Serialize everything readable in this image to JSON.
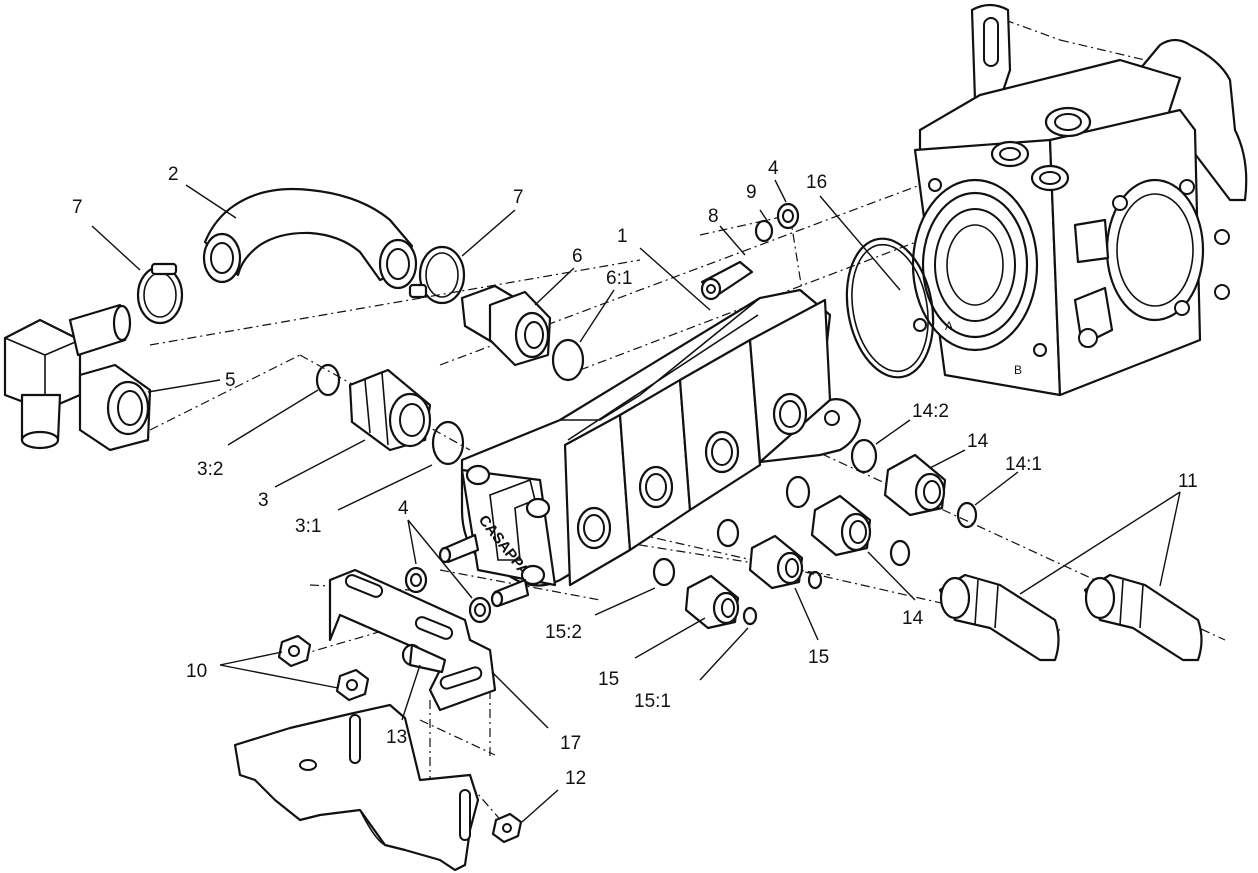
{
  "diagram": {
    "brand_text": "CASAPPA",
    "cast_marks": [
      "A",
      "B"
    ],
    "callouts": [
      {
        "id": "c-2",
        "text": "2"
      },
      {
        "id": "c-7a",
        "text": "7"
      },
      {
        "id": "c-7b",
        "text": "7"
      },
      {
        "id": "c-6",
        "text": "6"
      },
      {
        "id": "c-6-1",
        "text": "6:1"
      },
      {
        "id": "c-1",
        "text": "1"
      },
      {
        "id": "c-8",
        "text": "8"
      },
      {
        "id": "c-9",
        "text": "9"
      },
      {
        "id": "c-4a",
        "text": "4"
      },
      {
        "id": "c-16",
        "text": "16"
      },
      {
        "id": "c-5",
        "text": "5"
      },
      {
        "id": "c-3-2",
        "text": "3:2"
      },
      {
        "id": "c-3",
        "text": "3"
      },
      {
        "id": "c-3-1",
        "text": "3:1"
      },
      {
        "id": "c-4b",
        "text": "4"
      },
      {
        "id": "c-14-2",
        "text": "14:2"
      },
      {
        "id": "c-14a",
        "text": "14"
      },
      {
        "id": "c-14-1",
        "text": "14:1"
      },
      {
        "id": "c-11",
        "text": "11"
      },
      {
        "id": "c-14b",
        "text": "14"
      },
      {
        "id": "c-15-2",
        "text": "15:2"
      },
      {
        "id": "c-15a",
        "text": "15"
      },
      {
        "id": "c-15b",
        "text": "15"
      },
      {
        "id": "c-15-1",
        "text": "15:1"
      },
      {
        "id": "c-10",
        "text": "10"
      },
      {
        "id": "c-13",
        "text": "13"
      },
      {
        "id": "c-17",
        "text": "17"
      },
      {
        "id": "c-12",
        "text": "12"
      }
    ]
  }
}
